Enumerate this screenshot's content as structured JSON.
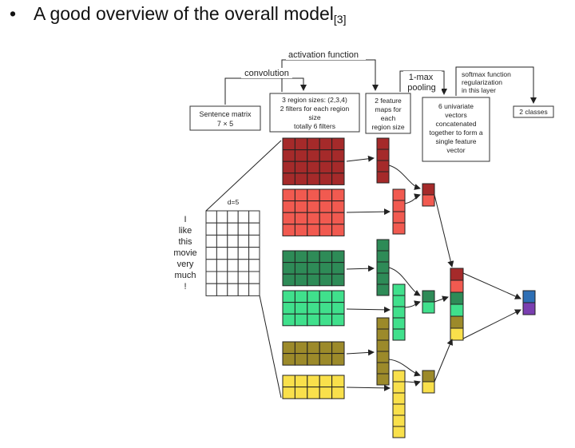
{
  "title": {
    "bullet": "•",
    "text": "A good overview of the overall model",
    "citation": "[3]"
  },
  "labels": {
    "activation": "activation function",
    "convolution": "convolution",
    "maxpool": [
      "1-max",
      "pooling"
    ],
    "softmax": [
      "softmax function",
      "regularization",
      "in this layer"
    ],
    "sentence_matrix": [
      "Sentence matrix",
      "7 × 5"
    ],
    "region_sizes": [
      "3 region sizes: (2,3,4)",
      "2 filters for each region",
      "size",
      "totally 6 filters"
    ],
    "feature_maps": [
      "2 feature",
      "maps for",
      "each",
      "region size"
    ],
    "univariate": [
      "6 univariate",
      "vectors",
      "concatenated",
      "together to form a",
      "single feature",
      "vector"
    ],
    "classes": "2 classes",
    "dimension": "d=5",
    "words": [
      "I",
      "like",
      "this",
      "movie",
      "very",
      "much",
      "!"
    ]
  },
  "colors": {
    "dark_red": "#a52a2a",
    "red": "#f15a50",
    "dark_green": "#2e8b57",
    "light_green": "#40e08c",
    "olive": "#9c8a2a",
    "yellow": "#f9e04b",
    "blue": "#2e6fb5",
    "purple": "#7a3fb0"
  },
  "filters": [
    {
      "region_size": 4,
      "color": "dark_red"
    },
    {
      "region_size": 4,
      "color": "red"
    },
    {
      "region_size": 3,
      "color": "dark_green"
    },
    {
      "region_size": 3,
      "color": "light_green"
    },
    {
      "region_size": 2,
      "color": "olive"
    },
    {
      "region_size": 2,
      "color": "yellow"
    }
  ]
}
